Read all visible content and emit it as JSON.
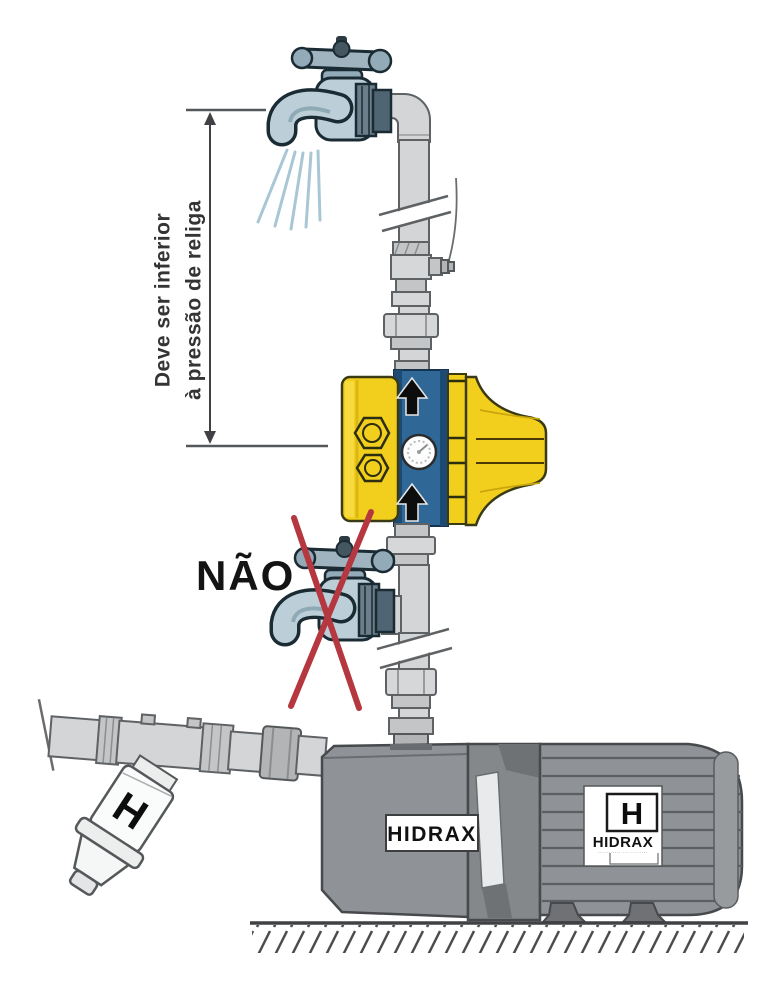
{
  "annotation": {
    "line1": "Deve ser inferior",
    "line2": "à pressão de religa"
  },
  "prohibition": {
    "label": "NÃO"
  },
  "pump": {
    "casing_label": "HIDRAX"
  },
  "motor": {
    "logo_letter": "H",
    "brand": "HIDRAX",
    "tagline": "··········· ··· ········"
  },
  "filter": {
    "logo_letter": "H"
  },
  "icons": [
    "flow-arrow-up-icon",
    "pressure-gauge-icon",
    "pipe-break-icon",
    "prohibition-x-icon",
    "water-spray-icon"
  ],
  "colors": {
    "controller_yellow": "#f2cf1d",
    "controller_blue": "#2f6796",
    "controller_blue_dark": "#1d4a72",
    "prohibition_red": "#b5373f",
    "faucet_blue": "#bccfd9",
    "pipe_grey": "#d4d5d6",
    "pump_grey": "#8f9296"
  }
}
